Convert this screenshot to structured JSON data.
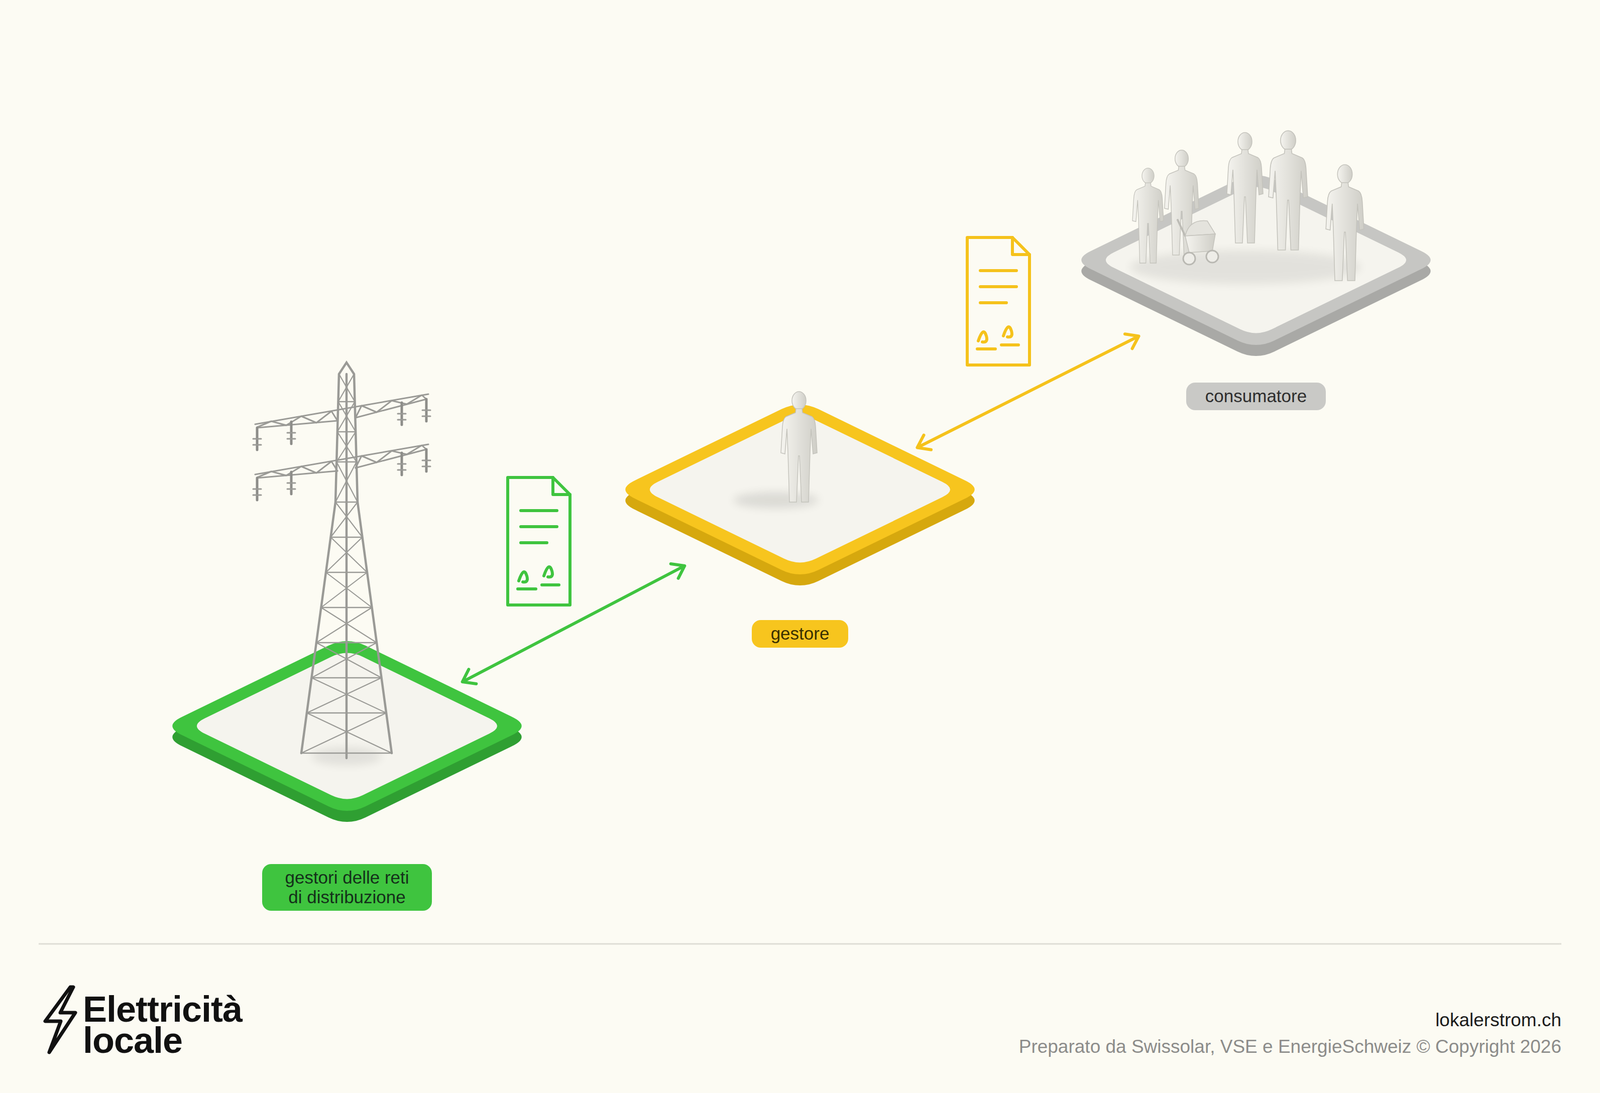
{
  "diagram": {
    "nodes": [
      {
        "text": [
          "gestori delle reti di distribuzione"
        ]
      },
      {
        "text": [
          "gestore"
        ]
      },
      {
        "text": [
          "consumatore"
        ]
      }
    ],
    "edges": [
      {
        "from": 0,
        "to": 1,
        "arrow": "both"
      },
      {
        "from": 1,
        "to": 2,
        "arrow": "both"
      }
    ],
    "labels": [
      "Elettricità locale",
      "lokalerstrom.ch",
      "Preparato da Swissolar, VSE e EnergieSchweiz © Copyright 2026"
    ]
  }
}
